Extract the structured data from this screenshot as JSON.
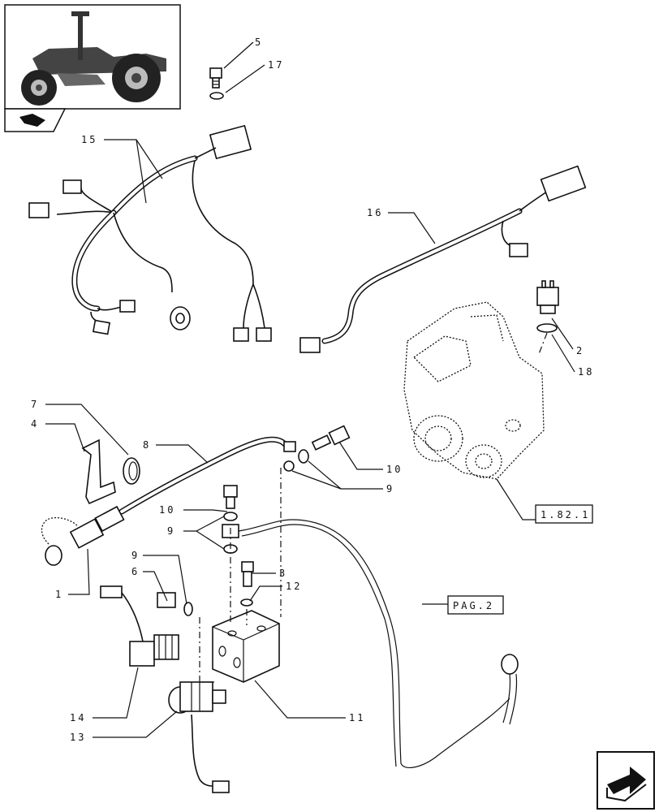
{
  "callouts": {
    "c1": "1",
    "c2": "2",
    "c3": "3",
    "c4": "4",
    "c5": "5",
    "c6": "6",
    "c7": "7",
    "c8": "8",
    "c9a": "9",
    "c9b": "9",
    "c9c": "9",
    "c10a": "10",
    "c10b": "10",
    "c11": "11",
    "c12": "12",
    "c13": "13",
    "c14": "14",
    "c15": "15",
    "c16": "16",
    "c17": "17",
    "c18": "18"
  },
  "references": {
    "housing_ref": "1.82.1",
    "page_ref": "PAG.2"
  },
  "icons": {
    "thumbnail": "tractor-thumbnail-icon",
    "book": "book-icon",
    "nav": "next-page-arrow-icon"
  },
  "colors": {
    "line": "#111111",
    "background": "#ffffff"
  }
}
